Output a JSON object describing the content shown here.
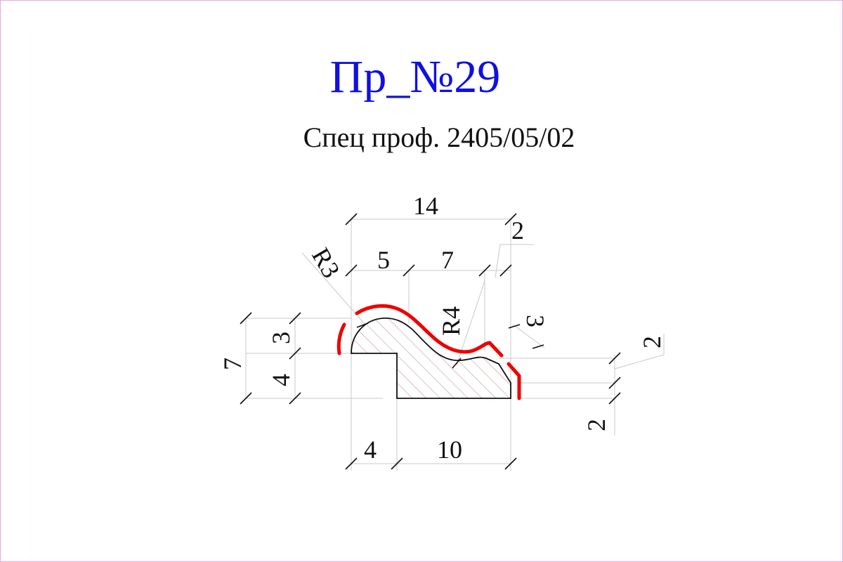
{
  "title": "Пр_№29",
  "subtitle": "Спец проф. 2405/05/02",
  "colors": {
    "title": "#1010e0",
    "profile_highlight": "#ee0000",
    "frame": "#e8a8e8"
  },
  "dimensions": {
    "top_total": "14",
    "top_right": "2",
    "top_left_segment": "5",
    "top_mid_segment": "7",
    "radius_left": "R3",
    "radius_mid": "R4",
    "right_three": "3",
    "right_two_upper": "2",
    "right_two_lower": "2",
    "left_total": "7",
    "left_upper": "3",
    "left_lower": "4",
    "bottom_left": "4",
    "bottom_right": "10"
  }
}
